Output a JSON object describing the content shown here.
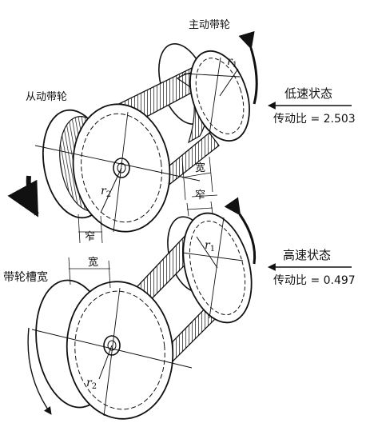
{
  "labels": {
    "driver_pulley": "主动带轮",
    "driven_pulley": "从动带轮",
    "groove_width": "带轮槽宽",
    "wide": "宽",
    "narrow": "窄",
    "r1": "r",
    "r1_sub": "1",
    "r2": "r",
    "r2_sub": "2"
  },
  "states": {
    "low": {
      "title": "低速状态",
      "ratio_label": "传动比 = 2.503"
    },
    "high": {
      "title": "高速状态",
      "ratio_label": "传动比 = 0.497"
    }
  }
}
